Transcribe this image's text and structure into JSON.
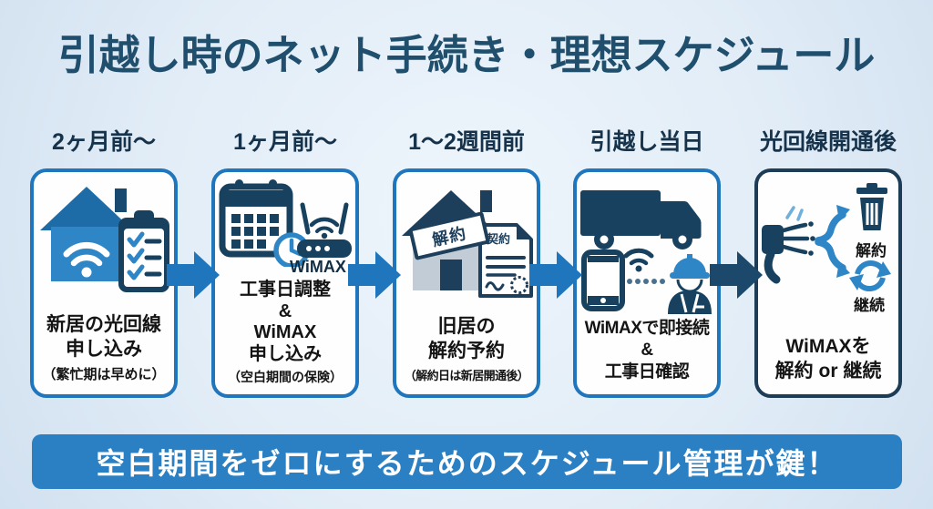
{
  "title": "引越し時のネット手続き・理想スケジュール",
  "banner": "空白期間をゼロにするためのスケジュール管理が鍵！",
  "colors": {
    "background": "#e2edf7",
    "title_text": "#204f6e",
    "heading_text": "#16334b",
    "card_border_blue": "#2076bc",
    "card_border_navy": "#1d3c55",
    "arrow_blue": "#2076bc",
    "arrow_navy": "#1c486b",
    "banner_bg": "#2b80c4",
    "banner_text": "#ffffff",
    "icon_navy": "#17415f",
    "icon_blue": "#2e86c6"
  },
  "steps": [
    {
      "timing": "2ヶ月前〜",
      "icon": "house-wifi-and-checklist-icon",
      "lines": [
        "新居の光回線",
        "申し込み"
      ],
      "note": "（繁忙期は早めに）"
    },
    {
      "timing": "1ヶ月前〜",
      "icon": "calendar-clock-and-router-icon",
      "icon_label": "WiMAX",
      "lines": [
        "工事日調整",
        "&",
        "WiMAX",
        "申し込み"
      ],
      "note": "（空白期間の保険）"
    },
    {
      "timing": "1〜2週間前",
      "icon": "house-cancel-and-contract-icon",
      "stamp_label": "解約",
      "doc_label": "契約",
      "lines": [
        "旧居の",
        "解約予約"
      ],
      "note": "（解約日は新居開通後）"
    },
    {
      "timing": "引越し当日",
      "icon": "truck-phone-and-worker-icon",
      "lines": [
        "WiMAXで即接続",
        "&",
        "工事日確認"
      ]
    },
    {
      "timing": "光回線開通後",
      "icon": "fiber-cancel-or-continue-icon",
      "option_labels": [
        "解約",
        "継続"
      ],
      "lines": [
        "WiMAXを",
        "解約 or 継続"
      ]
    }
  ]
}
